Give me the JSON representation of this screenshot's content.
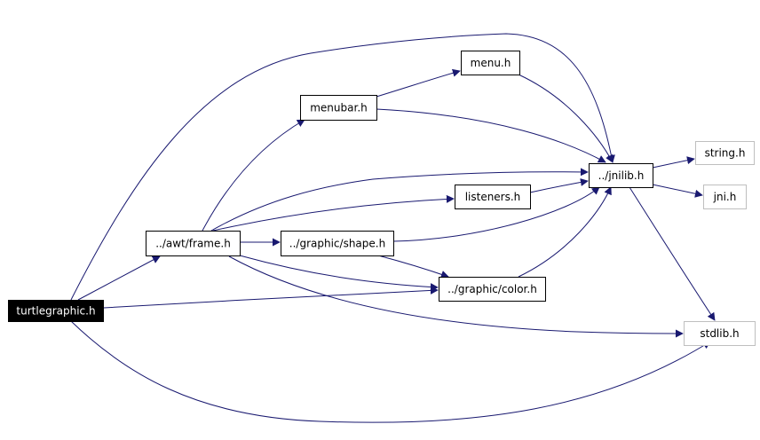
{
  "colors": {
    "edge": "#191970",
    "node_border": "#000000",
    "node_fill": "#ffffff",
    "root_fill": "#000000",
    "root_text": "#ffffff",
    "external_border": "#bfbfbf",
    "text": "#000000"
  },
  "nodes": [
    {
      "id": "turtlegraphic",
      "label": "turtlegraphic.h",
      "kind": "root"
    },
    {
      "id": "frame",
      "label": "../awt/frame.h",
      "kind": "file"
    },
    {
      "id": "menubar",
      "label": "menubar.h",
      "kind": "file"
    },
    {
      "id": "menu",
      "label": "menu.h",
      "kind": "file"
    },
    {
      "id": "listeners",
      "label": "listeners.h",
      "kind": "file"
    },
    {
      "id": "shape",
      "label": "../graphic/shape.h",
      "kind": "file"
    },
    {
      "id": "color",
      "label": "../graphic/color.h",
      "kind": "file"
    },
    {
      "id": "jnilib",
      "label": "../jnilib.h",
      "kind": "file"
    },
    {
      "id": "string",
      "label": "string.h",
      "kind": "external"
    },
    {
      "id": "jni",
      "label": "jni.h",
      "kind": "external"
    },
    {
      "id": "stdlib",
      "label": "stdlib.h",
      "kind": "external"
    }
  ],
  "edges": [
    {
      "from": "turtlegraphic",
      "to": "frame"
    },
    {
      "from": "turtlegraphic",
      "to": "jnilib"
    },
    {
      "from": "turtlegraphic",
      "to": "color"
    },
    {
      "from": "turtlegraphic",
      "to": "stdlib"
    },
    {
      "from": "frame",
      "to": "menubar"
    },
    {
      "from": "frame",
      "to": "jnilib"
    },
    {
      "from": "frame",
      "to": "listeners"
    },
    {
      "from": "frame",
      "to": "shape"
    },
    {
      "from": "frame",
      "to": "color"
    },
    {
      "from": "frame",
      "to": "stdlib"
    },
    {
      "from": "menubar",
      "to": "menu"
    },
    {
      "from": "menubar",
      "to": "jnilib"
    },
    {
      "from": "menu",
      "to": "jnilib"
    },
    {
      "from": "listeners",
      "to": "jnilib"
    },
    {
      "from": "shape",
      "to": "jnilib"
    },
    {
      "from": "shape",
      "to": "color"
    },
    {
      "from": "color",
      "to": "jnilib"
    },
    {
      "from": "jnilib",
      "to": "string"
    },
    {
      "from": "jnilib",
      "to": "jni"
    },
    {
      "from": "jnilib",
      "to": "stdlib"
    }
  ]
}
